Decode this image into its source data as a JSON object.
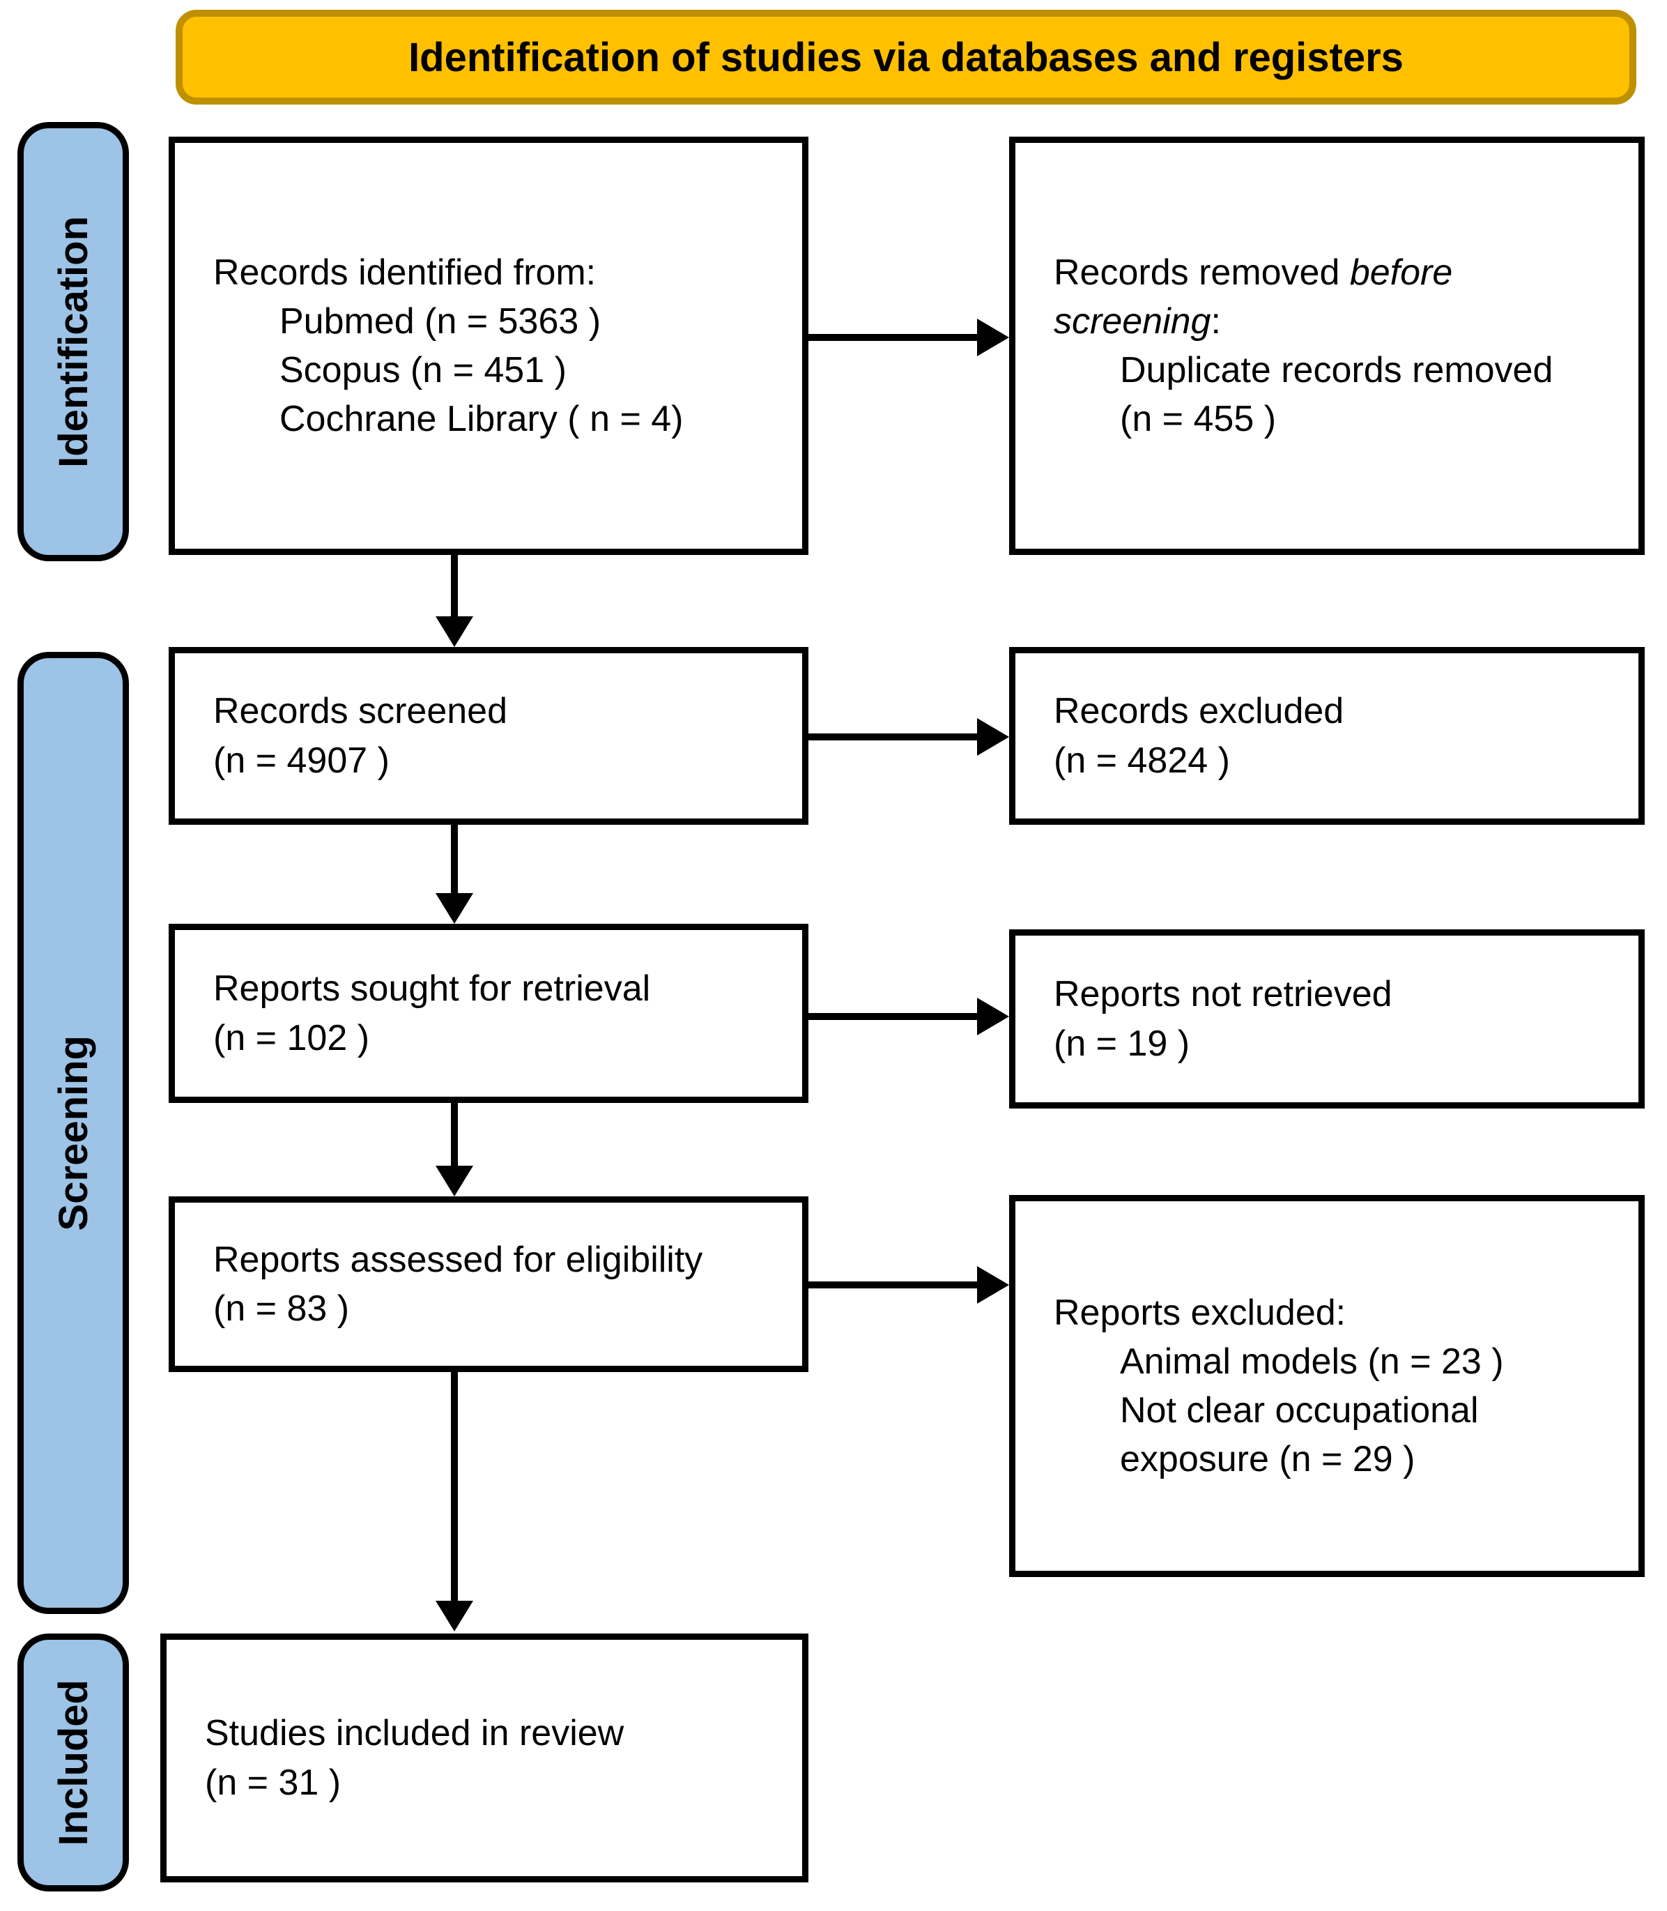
{
  "banner": {
    "title": "Identification of studies via databases and registers"
  },
  "stages": {
    "identification": "Identification",
    "screening": "Screening",
    "included": "Included"
  },
  "boxes": {
    "records_identified": {
      "heading": "Records identified from:",
      "items": [
        "Pubmed (n = 5363 )",
        "Scopus (n = 451 )",
        "Cochrane Library ( n = 4)"
      ]
    },
    "records_removed": {
      "heading_normal": "Records removed",
      "heading_italic": "before screening",
      "heading_suffix": ":",
      "items": [
        "Duplicate records removed (n = 455 )"
      ]
    },
    "records_screened": {
      "line1": "Records screened",
      "line2": "(n = 4907 )"
    },
    "records_excluded": {
      "line1": "Records excluded",
      "line2": "(n = 4824 )"
    },
    "reports_sought": {
      "line1": "Reports sought for retrieval",
      "line2": "(n = 102 )"
    },
    "reports_not_retrieved": {
      "line1": "Reports not retrieved",
      "line2": "(n = 19 )"
    },
    "reports_assessed": {
      "line1": "Reports assessed for eligibility",
      "line2": "(n = 83 )"
    },
    "reports_excluded": {
      "heading": "Reports excluded:",
      "items": [
        "Animal models (n = 23 )",
        "Not clear occupational exposure  (n = 29 )"
      ]
    },
    "studies_included": {
      "line1": "Studies included in review",
      "line2": "(n = 31 )"
    }
  },
  "colors": {
    "banner_fill": "#FFC000",
    "banner_border": "#BF9000",
    "stage_fill": "#9DC3E6",
    "line_color": "#000000"
  }
}
